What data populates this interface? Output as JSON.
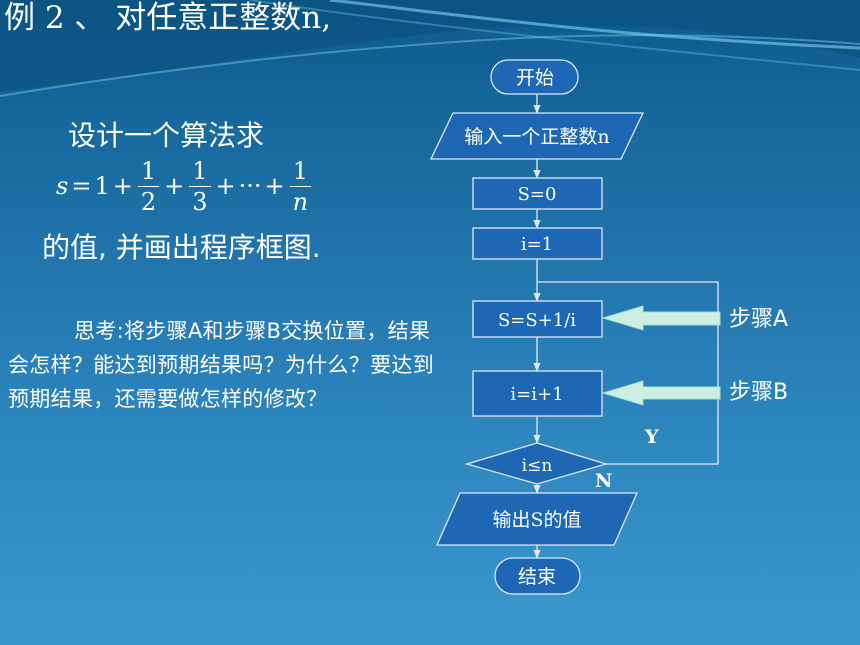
{
  "slide": {
    "title": "例 2 、  对任意正整数n,",
    "problem_intro": "设计一个算法求",
    "problem_tail": "的值, 并画出程序框图.",
    "question": "思考:将步骤A和步骤B交换位置，结果会怎样？能达到预期结果吗？为什么？要达到预期结果，还需要做怎样的修改？"
  },
  "formula": {
    "lhs": "s",
    "eq": "=",
    "one": "1",
    "plus": "+",
    "ellipsis": "···",
    "frac1_num": "1",
    "frac1_den": "2",
    "frac2_num": "1",
    "frac2_den": "3",
    "frac3_num": "1",
    "frac3_den": "n"
  },
  "flowchart": {
    "start": "开始",
    "input": "输入一个正整数n",
    "init_s": "S=0",
    "init_i": "i=1",
    "step_a_box": "S=S+1/i",
    "step_b_box": "i=i+1",
    "condition": "i≤n",
    "yes": "Y",
    "no": "N",
    "output": "输出S的值",
    "end": "结束",
    "step_a_label": "步骤A",
    "step_b_label": "步骤B"
  },
  "colors": {
    "box_fill": "#1d67b4",
    "box_stroke": "#dfe9f5",
    "arrow_fill": "#cdeee2",
    "text": "#ffffff"
  }
}
